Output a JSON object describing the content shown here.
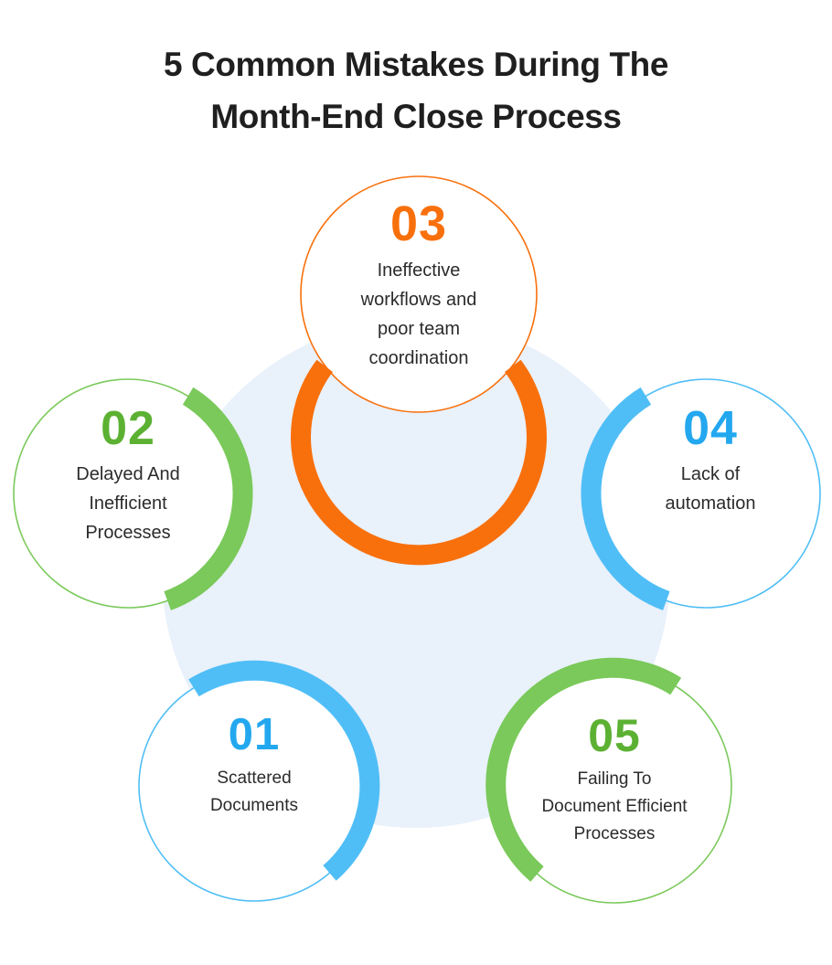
{
  "page": {
    "background_color": "#ffffff",
    "center_disc_color": "#e9f1fb"
  },
  "title": {
    "line1": "5 Common Mistakes During The",
    "line2": "Month-End Close Process",
    "color": "#1f1f1f"
  },
  "palette": {
    "orange_arc": "#f8700c",
    "orange_number": "#f8700c",
    "green_arc": "#7ac95a",
    "green_number": "#5cb133",
    "blue_arc": "#50bef6",
    "blue_number": "#23a8ef",
    "body_text": "#2b2b2b",
    "center_disc": "#e9f1fb"
  },
  "nodes": [
    {
      "id": "01",
      "number": "01",
      "label": "Scattered\nDocuments",
      "accent_arc": "#50bef6",
      "accent_number": "#23a8ef",
      "position": "bottom-left"
    },
    {
      "id": "02",
      "number": "02",
      "label": "Delayed And\nInefficient\nProcesses",
      "accent_arc": "#7ac95a",
      "accent_number": "#5cb133",
      "position": "middle-left"
    },
    {
      "id": "03",
      "number": "03",
      "label": "Ineffective\nworkflows and\npoor team\ncoordination",
      "accent_arc": "#f8700c",
      "accent_number": "#f8700c",
      "position": "top-center"
    },
    {
      "id": "04",
      "number": "04",
      "label": "Lack of\nautomation",
      "accent_arc": "#50bef6",
      "accent_number": "#23a8ef",
      "position": "middle-right"
    },
    {
      "id": "05",
      "number": "05",
      "label": "Failing To\nDocument Efficient\nProcesses",
      "accent_arc": "#7ac95a",
      "accent_number": "#5cb133",
      "position": "bottom-right"
    }
  ],
  "chart_data": {
    "type": "diagram",
    "title": "5 Common Mistakes During The Month-End Close Process",
    "diagram_style": "circular-cycle-infographic",
    "node_count": 5,
    "categories": [
      "01",
      "02",
      "03",
      "04",
      "05"
    ],
    "values": [
      "Scattered Documents",
      "Delayed And Inefficient Processes",
      "Ineffective workflows and poor team coordination",
      "Lack of automation",
      "Failing To Document Efficient Processes"
    ],
    "legend_position": "none",
    "grid": false
  }
}
